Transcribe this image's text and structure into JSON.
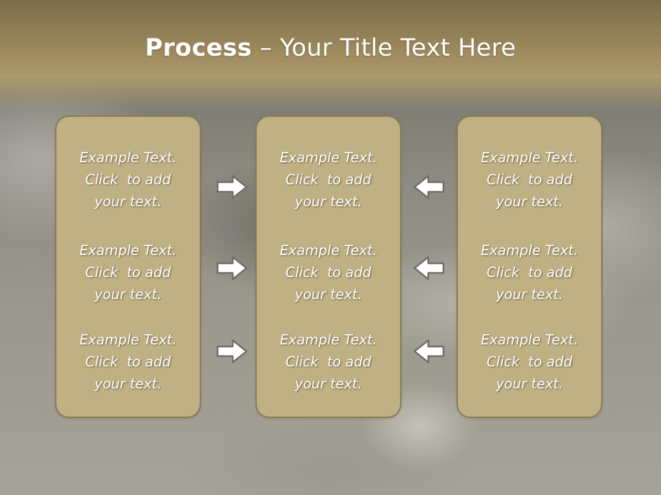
{
  "title": {
    "bold": "Process",
    "rest": " – Your Title Text Here"
  },
  "columns": [
    {
      "items": [
        {
          "line1": "Example Text.",
          "line2": "Click  to add",
          "line3": "your text."
        },
        {
          "line1": "Example Text.",
          "line2": "Click  to add",
          "line3": "your text."
        },
        {
          "line1": "Example Text.",
          "line2": "Click  to add",
          "line3": "your text."
        }
      ]
    },
    {
      "items": [
        {
          "line1": "Example Text.",
          "line2": "Click  to add",
          "line3": "your text."
        },
        {
          "line1": "Example Text.",
          "line2": "Click  to add",
          "line3": "your text."
        },
        {
          "line1": "Example Text.",
          "line2": "Click  to add",
          "line3": "your text."
        }
      ]
    },
    {
      "items": [
        {
          "line1": "Example Text.",
          "line2": "Click  to add",
          "line3": "your text."
        },
        {
          "line1": "Example Text.",
          "line2": "Click  to add",
          "line3": "your text."
        },
        {
          "line1": "Example Text.",
          "line2": "Click  to add",
          "line3": "your text."
        }
      ]
    }
  ],
  "arrows": {
    "left_group": [
      "right-arrow-icon",
      "right-arrow-icon",
      "right-arrow-icon"
    ],
    "right_group": [
      "left-arrow-icon",
      "left-arrow-icon",
      "left-arrow-icon"
    ]
  },
  "colors": {
    "header": "#958257",
    "panel_fill": "#c0b184",
    "panel_border": "#8a7b53",
    "arrow_stroke": "#6f6d68",
    "arrow_fill": "#ffffff",
    "text": "#ffffff"
  }
}
